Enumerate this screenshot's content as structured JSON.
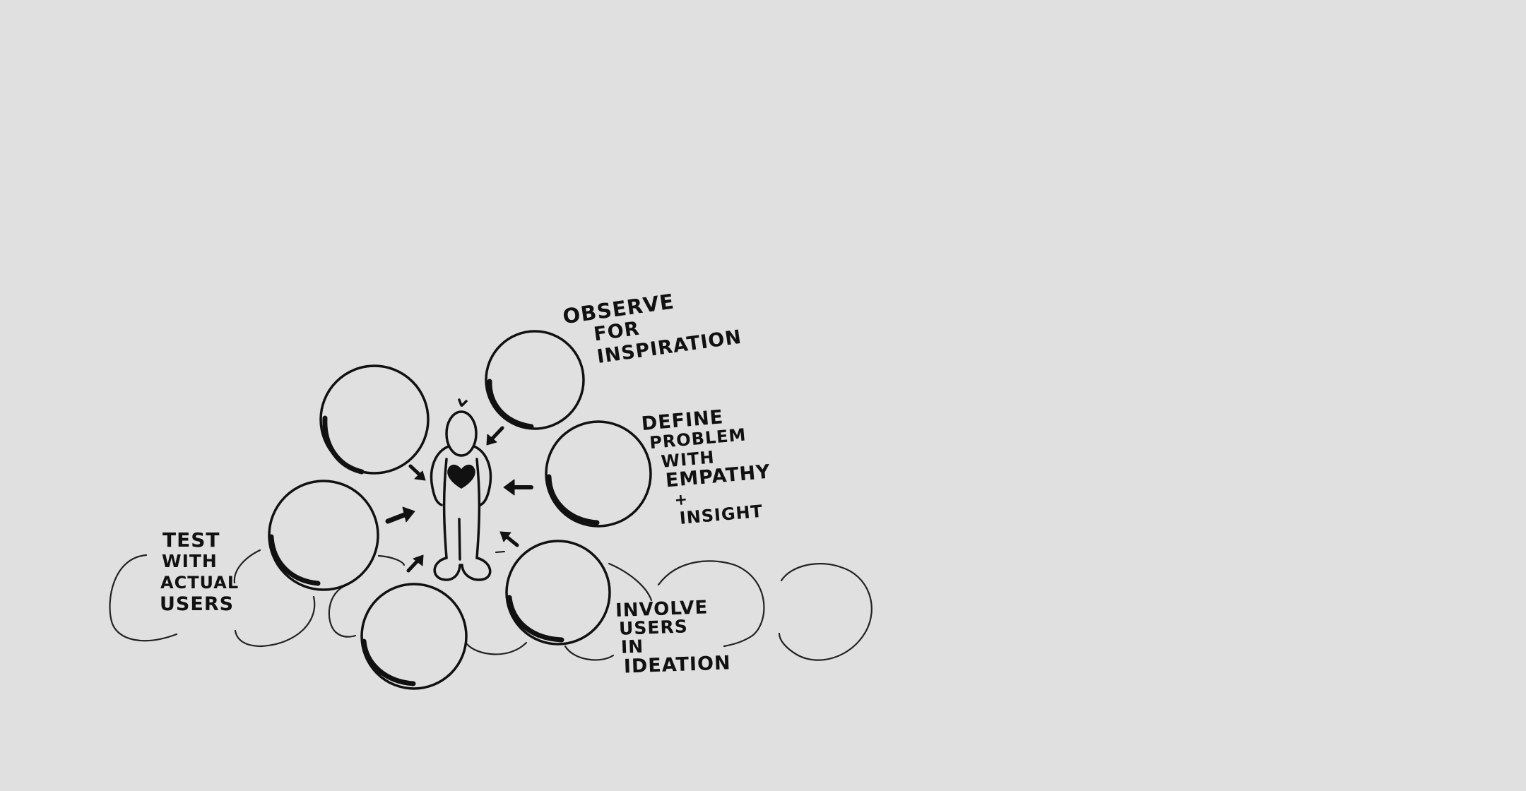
{
  "diagram": {
    "labels": {
      "observe": [
        "OBSERVE",
        "FOR",
        "INSPIRATION"
      ],
      "define": [
        "DEFINE",
        "PROBLEM",
        "WITH",
        "EMPATHY",
        "+",
        "INSIGHT"
      ],
      "test": [
        "TEST",
        "WITH",
        "ACTUAL",
        "USERS"
      ],
      "involve": [
        "INVOLVE",
        "USERS",
        "IN",
        "IDEATION"
      ]
    },
    "colors": {
      "background": "#e0e0e0",
      "ink": "#111111",
      "thin_ink": "#222222"
    },
    "icons": {
      "center": "person-with-heart-icon",
      "arrows": "arrow-icon"
    }
  }
}
